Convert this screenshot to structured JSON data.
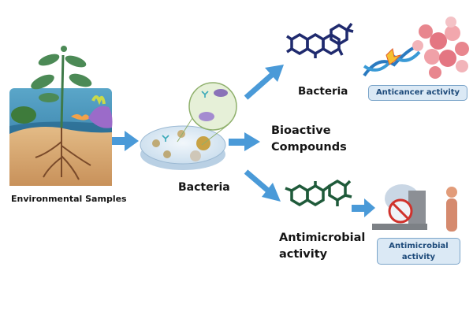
{
  "labels": {
    "environmental_samples": "Environmental Samples",
    "bacteria_dish": "Bacteria",
    "bioactive_line1": "Bioactive",
    "bioactive_line2": "Compounds",
    "bacteria_compound": "Bacteria",
    "antimicrobial_line1": "Antimicrobial",
    "antimicrobial_line2": "activity"
  },
  "badges": {
    "anticancer": "Anticancer activity",
    "antimicrobial_line1": "Antimicrobial",
    "antimicrobial_line2": "activity"
  },
  "colors": {
    "arrow": "#4a9ad8",
    "compound_top": "#1f2a6e",
    "compound_bottom": "#1f5a3a",
    "badge_bg": "#dbe9f5",
    "badge_border": "#7aa4c9",
    "cells": "#e8868e"
  }
}
